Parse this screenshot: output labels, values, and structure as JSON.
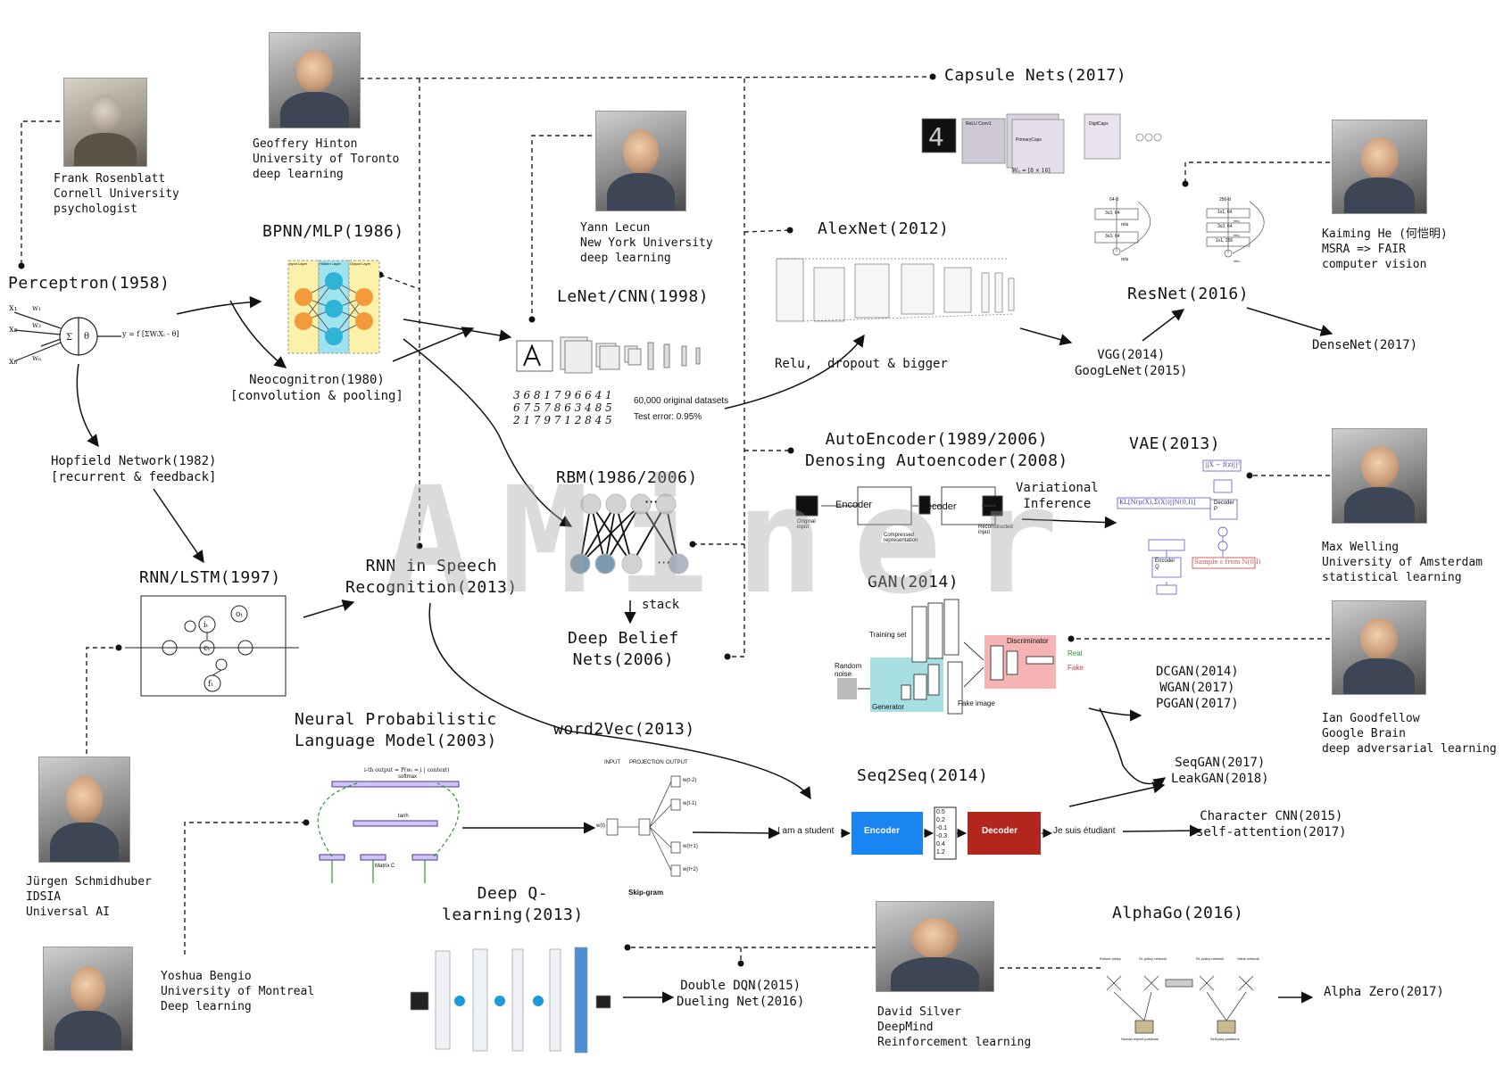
{
  "watermark": "AMiner",
  "people": {
    "rosenblatt": "Frank Rosenblatt\nCornell University\npsychologist",
    "hinton": "Geoffery Hinton\nUniversity of Toronto\ndeep learning",
    "lecun": "Yann Lecun\nNew York University\ndeep learning",
    "he": "Kaiming He (何恺明)\nMSRA => FAIR\ncomputer vision",
    "welling": "Max Welling\nUniversity of Amsterdam\nstatistical learning",
    "goodfellow": "Ian Goodfellow\nGoogle Brain\ndeep adversarial learning",
    "schmidhuber": "Jürgen Schmidhuber\nIDSIA\nUniversal AI",
    "bengio": "Yoshua Bengio\nUniversity of Montreal\nDeep learning",
    "silver": "David Silver\nDeepMind\nReinforcement learning"
  },
  "nodes": {
    "perceptron": "Perceptron(1958)",
    "bpnn": "BPNN/MLP(1986)",
    "neocognitron": "Neocognitron(1980)\n[convolution & pooling]",
    "hopfield": "Hopfield Network(1982)\n[recurrent & feedback]",
    "rnn_lstm": "RNN/LSTM(1997)",
    "rnn_speech": "RNN in Speech\nRecognition(2013)",
    "capsule": "Capsule Nets(2017)",
    "lenet": "LeNet/CNN(1998)",
    "alexnet": "AlexNet(2012)",
    "alexnet_note": "Relu,  dropout & bigger",
    "resnet": "ResNet(2016)",
    "vgg": "VGG(2014)\nGoogLeNet(2015)",
    "densenet": "DenseNet(2017)",
    "autoencoder": "AutoEncoder(1989/2006)\nDenosing Autoencoder(2008)",
    "vae": "VAE(2013)",
    "variational": "Variational\nInference",
    "rbm": "RBM(1986/2006)",
    "stack": "stack",
    "dbn": "Deep Belief\nNets(2006)",
    "gan": "GAN(2014)",
    "dcgan": "DCGAN(2014)\nWGAN(2017)\nPGGAN(2017)",
    "seqgan": "SeqGAN(2017)\nLeakGAN(2018)",
    "nplm": "Neural Probabilistic\nLanguage Model(2003)",
    "word2vec": "word2Vec(2013)",
    "seq2seq": "Seq2Seq(2014)",
    "charcnn": "Character CNN(2015)\nself-attention(2017)",
    "dqn": "Deep Q-\nlearning(2013)",
    "double_dqn": "Double DQN(2015)\nDueling Net(2016)",
    "alphago": "AlphaGo(2016)",
    "alphazero": "Alpha Zero(2017)"
  },
  "figure_text": {
    "lenet_datasets": "60,000 original datasets",
    "lenet_error": "Test error: 0.95%",
    "lenet_digits": "3 6 8 1 7 9 6 6 4 1\n6 7 5 7 8 6 3 4 8 5\n2 1 7 9 7 1 2 8 4 5",
    "perceptron_formula": "y = f [ΣWᵢXᵢ - θ]",
    "encoder": "Encoder",
    "decoder": "Decoder",
    "original_input": "Original\ninput",
    "compressed": "Compressed\nrepresentation",
    "reconstructed": "Reconstructed\ninput",
    "training_set": "Training set",
    "random_noise": "Random\nnoise",
    "generator": "Generator",
    "discriminator": "Discriminator",
    "real": "Real",
    "fake": "Fake",
    "fake_image": "Fake image",
    "i_am_student": "I am a student",
    "je_suis": "Je suis étudiant",
    "seq_vector": [
      "0.5",
      "0.2",
      "-0.1",
      "-0.3",
      "0.4",
      "1.2"
    ],
    "skipgram": "Skip-gram",
    "w2v_input": "INPUT",
    "w2v_projection": "PROJECTION",
    "w2v_output": "OUTPUT",
    "w2v_words": [
      "w(t-2)",
      "w(t-1)",
      "w(t+1)",
      "w(t+2)"
    ],
    "w2v_center": "w(t)",
    "nplm_output": "i-th output = P(wₜ = i | context)",
    "nplm_softmax": "softmax",
    "nplm_tanh": "tanh",
    "nplm_matrix": "Matrix C",
    "capsule_w": "Wᵢⱼ = [8 × 16]",
    "capsule_digitcaps": "DigitCaps",
    "capsule_primary": "PrimaryCaps",
    "capsule_relu": "ReLU Conv1",
    "resnet_block1": [
      "64-d",
      "3x3, 64",
      "relu",
      "3x3, 64",
      "relu"
    ],
    "resnet_block2": [
      "256-d",
      "1x1, 64",
      "relu",
      "3x3, 64",
      "relu",
      "1x1, 256",
      "relu"
    ],
    "mlp_layers": [
      "Input Layer",
      "Hidden Layer",
      "Output Layer"
    ],
    "alphago_nets": [
      "Rollout policy",
      "SL policy network",
      "RL policy network",
      "Value network"
    ],
    "alphago_bottom": [
      "Human expert positions",
      "Self-play positions"
    ],
    "vae_loss": "||X − f(z)||²",
    "vae_kl": "KL[N(μ(X),Σ(X))||N(0,I)]",
    "vae_sample": "Sample ε from N(0,I)",
    "vae_encoder": "Encoder\nQ",
    "vae_decoder": "Decoder\nP"
  },
  "colors": {
    "mlp_orange": "#f39a3a",
    "mlp_cyan": "#2fb3d8",
    "mlp_input_bg": "#fbf1a9",
    "mlp_hidden_bg": "#9fe3ef",
    "seq_encoder": "#1a85f0",
    "seq_decoder": "#b3261e",
    "gan_generator": "#a8dfe3",
    "gan_discriminator": "#f6b3b3",
    "rbm_node": "#d3d3d3",
    "rbm_dark": "#7a9bb0"
  }
}
